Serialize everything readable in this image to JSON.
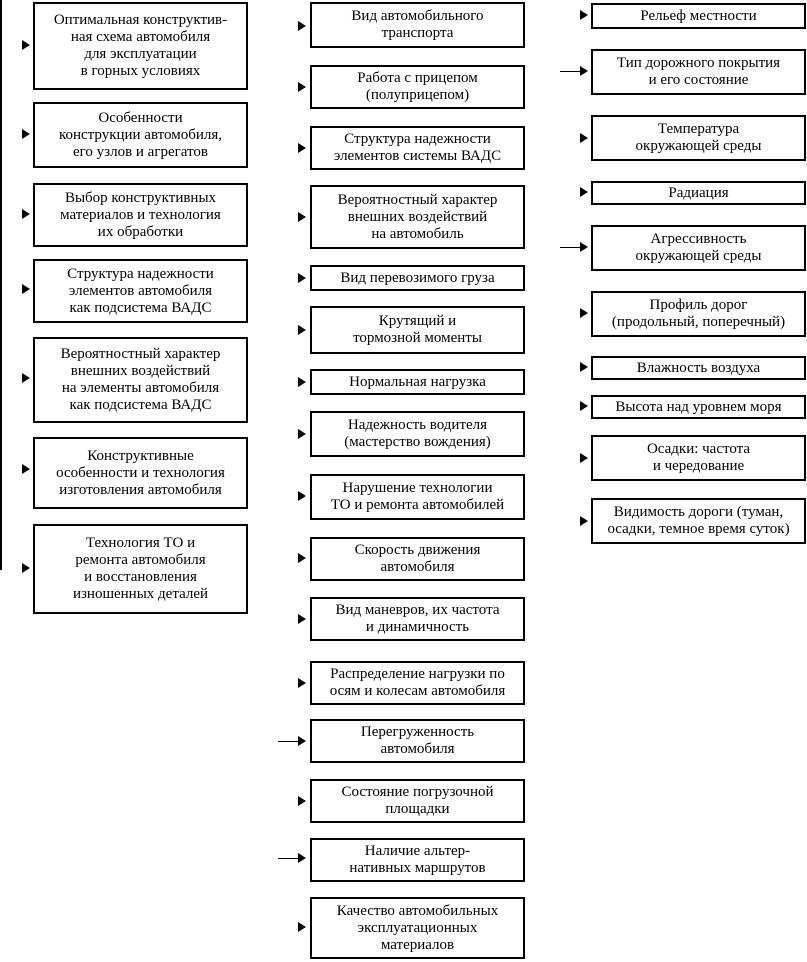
{
  "columns": {
    "left": [
      "Оптимальная конструктив-\nная схема автомобиля\nдля эксплуатации\nв горных условиях",
      "Особенности\nконструкции автомобиля,\nего узлов и агрегатов",
      "Выбор конструктивных\nматериалов и технология\nих обработки",
      "Структура надежности\nэлементов автомобиля\nкак подсистема ВАДС",
      "Вероятностный характер\nвнешних воздействий\nна элементы автомобиля\nкак подсистема ВАДС",
      "Конструктивные\nособенности и технология\nизготовления автомобиля",
      "Технология ТО и\nремонта автомобиля\nи восстановления\nизношенных деталей"
    ],
    "middle": [
      "Вид автомобильного\nтранспорта",
      "Работа с прицепом\n(полуприцепом)",
      "Структура надежности\nэлементов системы ВАДС",
      "Вероятностный характер\nвнешних воздействий\nна автомобиль",
      "Вид перевозимого груза",
      "Крутящий и\nтормозной моменты",
      "Нормальная нагрузка",
      "Надежность водителя\n(мастерство вождения)",
      "Нарушение технологии\nТО и ремонта автомобилей",
      "Скорость движения\nавтомобиля",
      "Вид маневров, их частота\nи динамичность",
      "Распределение нагрузки по\nосям и колесам автомобиля",
      "Перегруженность\nавтомобиля",
      "Состояние погрузочной\nплощадки",
      "Наличие альтер-\nнативных маршрутов",
      "Качество автомобильных\nэксплуатационных\nматериалов"
    ],
    "right": [
      "Рельеф местности",
      "Тип дорожного покрытия\nи его состояние",
      "Температура\nокружающей среды",
      "Радиация",
      "Агрессивность\nокружающей среды",
      "Профиль дорог\n(продольный, поперечный)",
      "Влажность воздуха",
      "Высота над уровнем моря",
      "Осадки: частота\nи чередование",
      "Видимость дороги (туман,\nосадки, темное время суток)"
    ]
  }
}
